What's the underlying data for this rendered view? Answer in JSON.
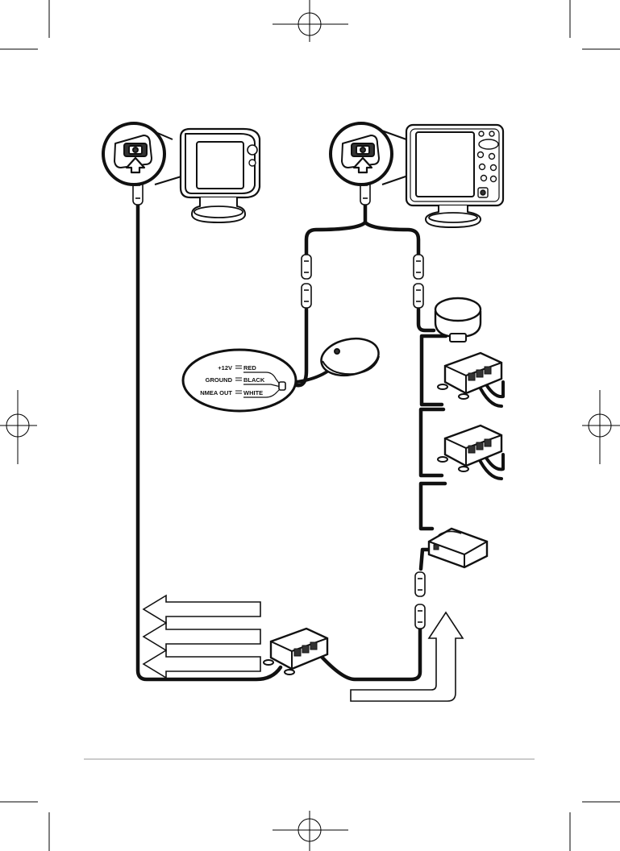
{
  "wiring_legend": {
    "rows": [
      {
        "signal": "+12V",
        "color": "RED"
      },
      {
        "signal": "GROUND",
        "color": "BLACK"
      },
      {
        "signal": "NMEA OUT",
        "color": "WHITE"
      }
    ]
  }
}
